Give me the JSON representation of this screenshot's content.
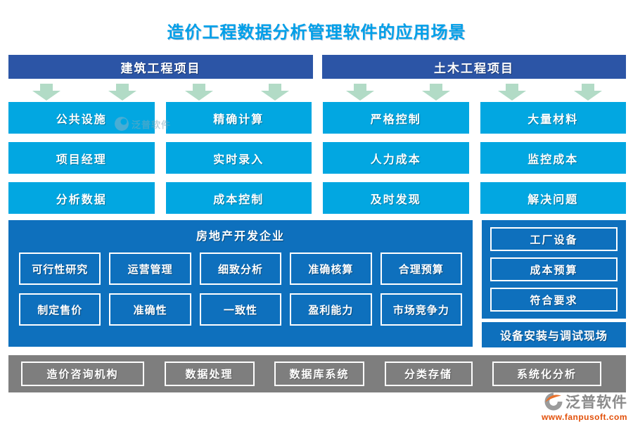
{
  "title": "造价工程数据分析管理软件的应用场景",
  "columns": {
    "left_header": "建筑工程项目",
    "right_header": "土木工程项目"
  },
  "grid": {
    "rows": [
      [
        "公共设施",
        "精确计算",
        "严格控制",
        "大量材料"
      ],
      [
        "项目经理",
        "实时录入",
        "人力成本",
        "监控成本"
      ],
      [
        "分析数据",
        "成本控制",
        "及时发现",
        "解决问题"
      ]
    ]
  },
  "realestate_panel": {
    "title": "房地产开发企业",
    "rows": [
      [
        "可行性研究",
        "运营管理",
        "细致分析",
        "准确核算",
        "合理预算"
      ],
      [
        "制定售价",
        "准确性",
        "一致性",
        "盈利能力",
        "市场竞争力"
      ]
    ]
  },
  "factory_panel": {
    "items": [
      "工厂设备",
      "成本预算",
      "符合要求"
    ]
  },
  "equipment_bar_label": "设备安装与调试现场",
  "bottom_bar": {
    "items": [
      "造价咨询机构",
      "数据处理",
      "数据库系统",
      "分类存储",
      "系统化分析"
    ]
  },
  "watermark": {
    "brand": "泛普软件"
  },
  "logo": {
    "brand": "泛普软件",
    "url": "www.fanpusoft.com"
  },
  "colors": {
    "title_text": "#009FE8",
    "header_bg": "#2C55A6",
    "grid_button_bg": "#02A7E1",
    "panel_bg": "#0E70BD",
    "arrow": "#B2DBC6",
    "bottom_bar_bg": "#7E7E7E",
    "logo_text": "#8A8A8A",
    "logo_url_text": "#E2500A"
  }
}
